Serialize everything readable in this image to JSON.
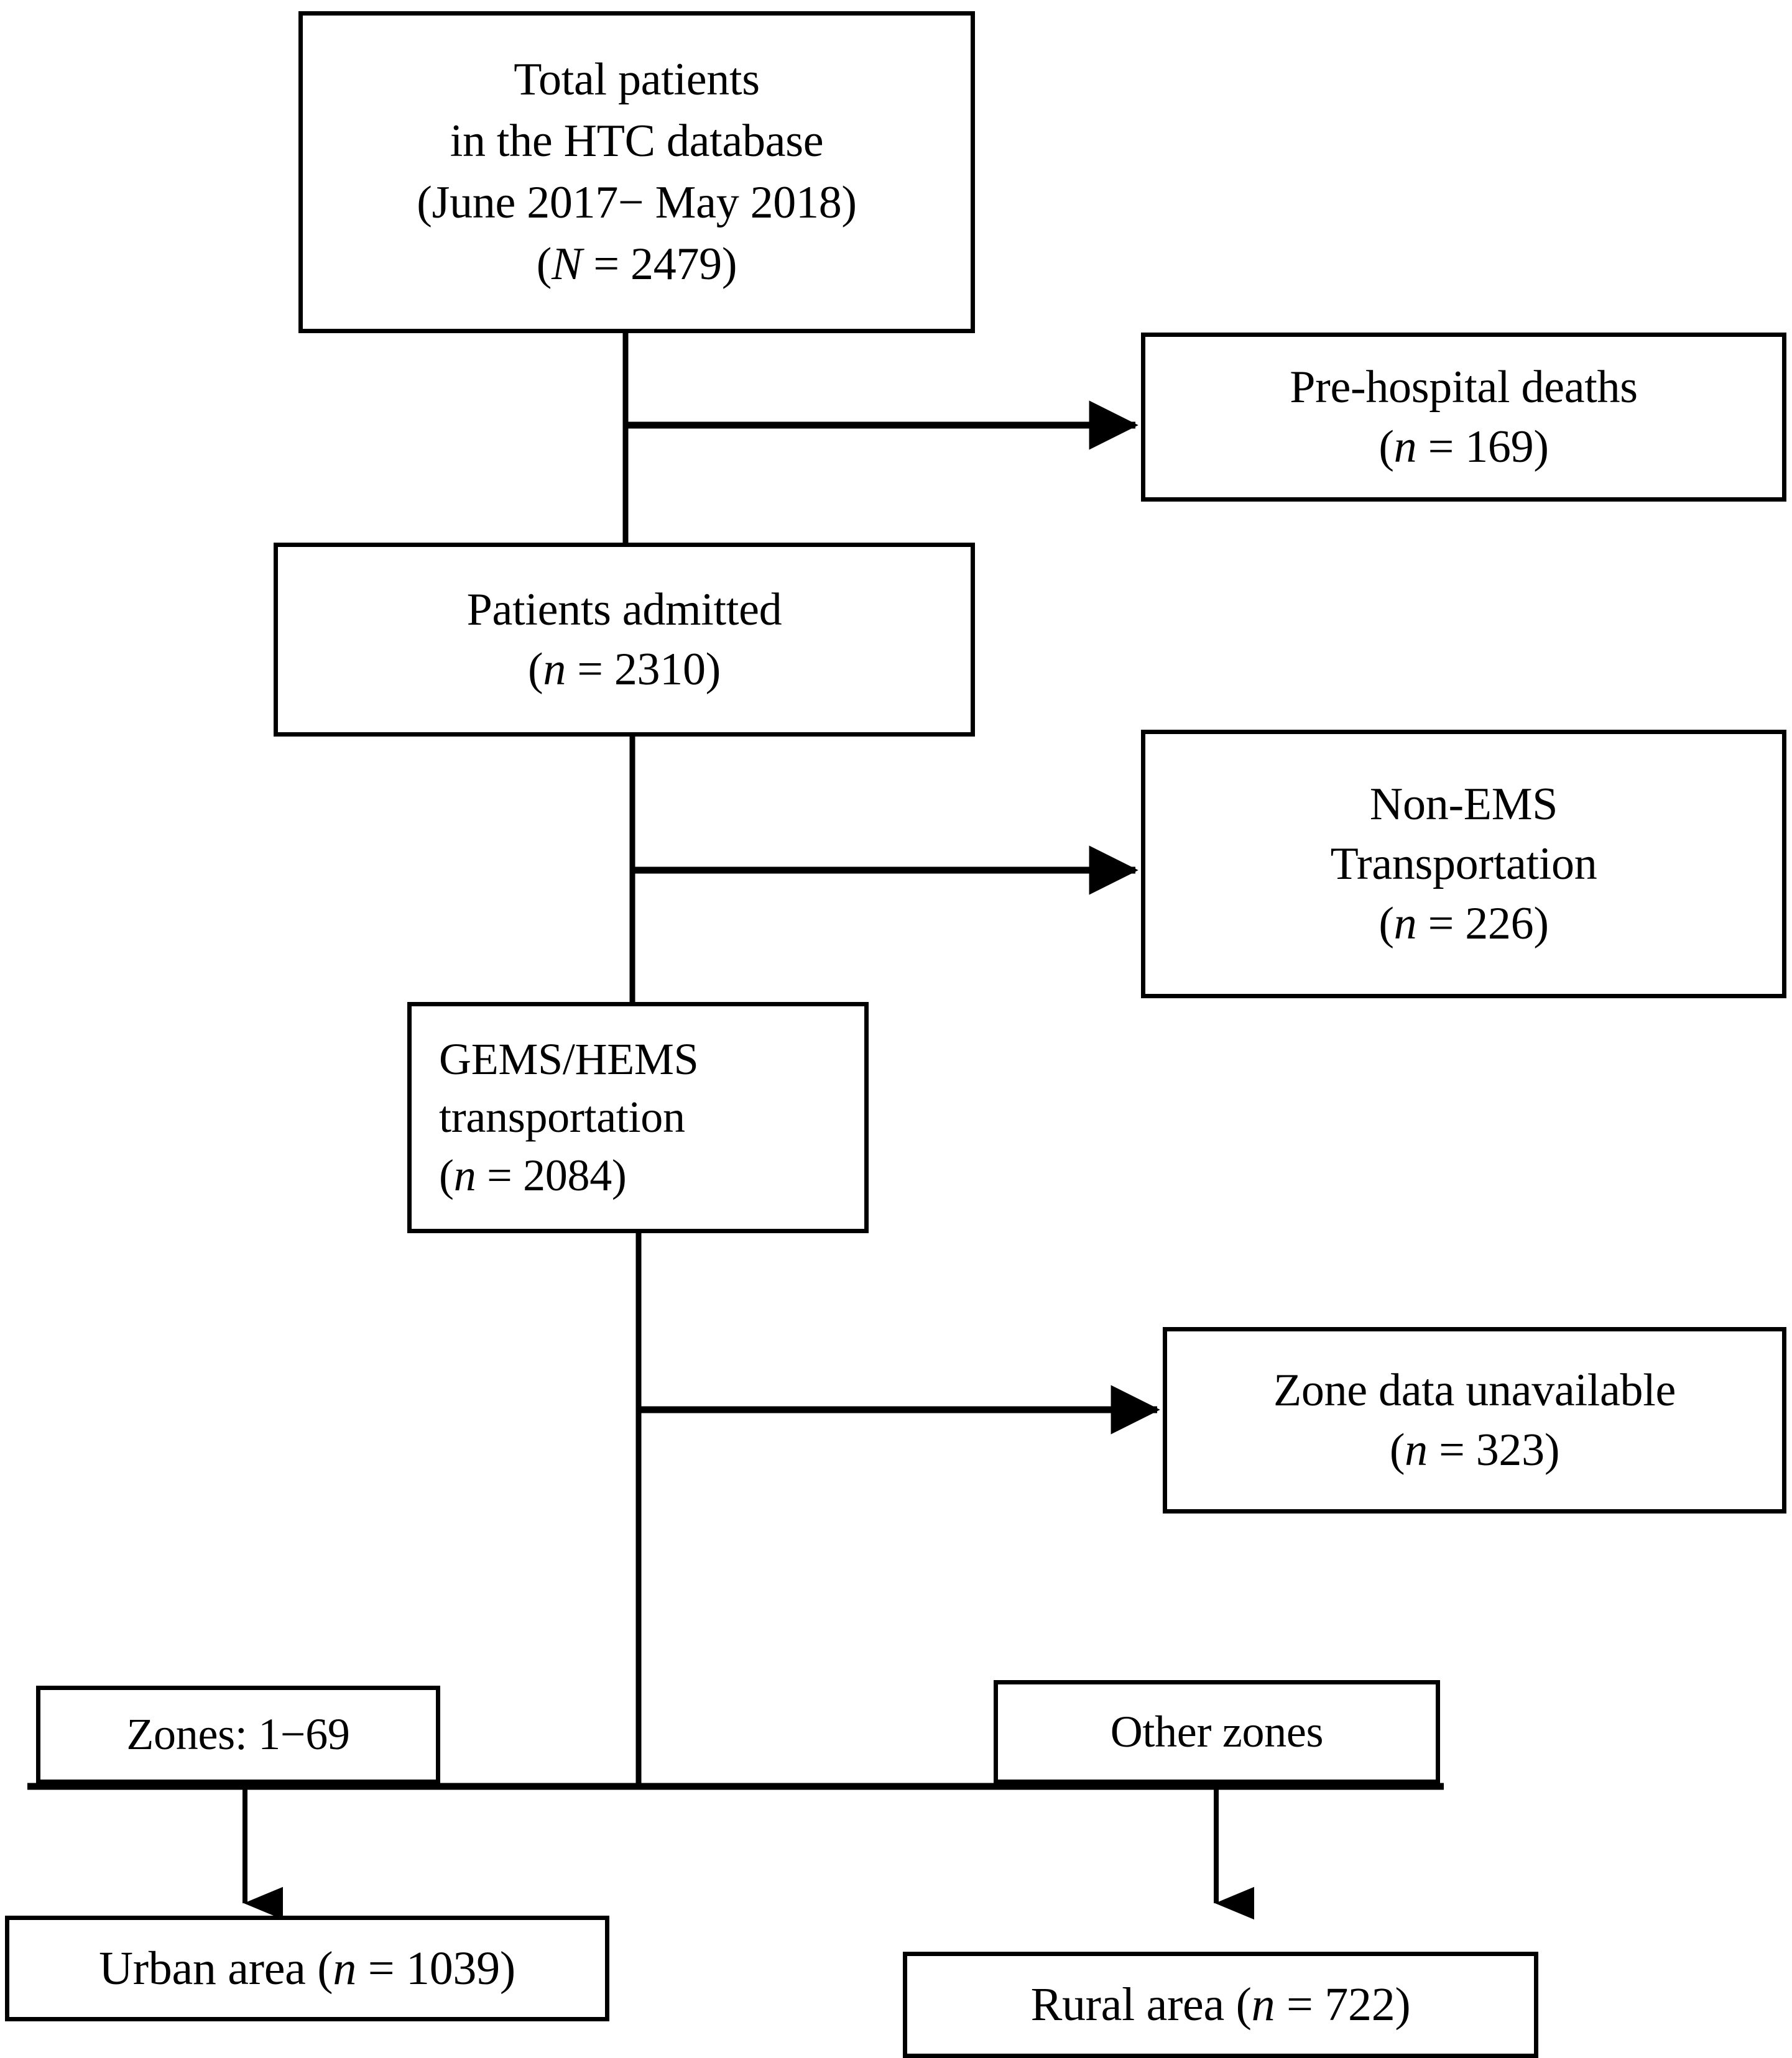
{
  "figure": {
    "type": "flowchart",
    "kind": "patient-selection-flow-diagram",
    "background_color": "#ffffff",
    "line_color": "#000000"
  },
  "nodes": {
    "total_patients": {
      "id": "total-patients",
      "lines": [
        "Total patients",
        "in the HTC database",
        "(June 2017− May 2018)",
        "(N = 2479)"
      ],
      "label_prefix": "(",
      "count_symbol": "N",
      "count_value": "2479"
    },
    "prehospital_deaths": {
      "id": "pre-hospital-deaths",
      "lines": [
        "Pre-hospital deaths",
        "(n = 169)"
      ],
      "count_symbol": "n",
      "count_value": "169"
    },
    "patients_admitted": {
      "id": "patients-admitted",
      "lines": [
        "Patients admitted",
        "(n = 2310)"
      ],
      "count_symbol": "n",
      "count_value": "2310"
    },
    "non_ems_transportation": {
      "id": "non-ems-transportation",
      "lines": [
        "Non-EMS",
        "Transportation",
        "(n = 226)"
      ],
      "count_symbol": "n",
      "count_value": "226"
    },
    "gems_hems_transportation": {
      "id": "gems-hems-transportation",
      "lines": [
        "GEMS/HEMS",
        "transportation",
        "(n = 2084)"
      ],
      "count_symbol": "n",
      "count_value": "2084"
    },
    "zone_data_unavailable": {
      "id": "zone-data-unavailable",
      "lines": [
        "Zone data unavailable",
        "(n = 323)"
      ],
      "count_symbol": "n",
      "count_value": "323"
    },
    "zones_1_69": {
      "id": "zones-1-69",
      "lines": [
        "Zones: 1−69"
      ]
    },
    "other_zones": {
      "id": "other-zones",
      "lines": [
        "Other zones"
      ]
    },
    "urban_area": {
      "id": "urban-area",
      "lines": [
        "Urban area (n = 1039)"
      ],
      "count_symbol": "n",
      "count_value": "1039"
    },
    "rural_area": {
      "id": "rural-area",
      "lines": [
        "Rural area (n = 722)"
      ],
      "count_symbol": "n",
      "count_value": "722"
    }
  },
  "edges": [
    {
      "from": "total_patients",
      "to": "prehospital_deaths",
      "style": "arrow-right",
      "excluded": "169"
    },
    {
      "from": "total_patients",
      "to": "patients_admitted",
      "style": "line-down"
    },
    {
      "from": "patients_admitted",
      "to": "non_ems_transportation",
      "style": "arrow-right",
      "excluded": "226"
    },
    {
      "from": "patients_admitted",
      "to": "gems_hems_transportation",
      "style": "line-down"
    },
    {
      "from": "gems_hems_transportation",
      "to": "zone_data_unavailable",
      "style": "arrow-right",
      "excluded": "323"
    },
    {
      "from": "gems_hems_transportation",
      "to": "zones_1_69",
      "style": "line-down-split"
    },
    {
      "from": "zones_1_69",
      "to": "urban_area",
      "style": "arrow-down"
    },
    {
      "from": "other_zones",
      "to": "rural_area",
      "style": "arrow-down"
    }
  ]
}
